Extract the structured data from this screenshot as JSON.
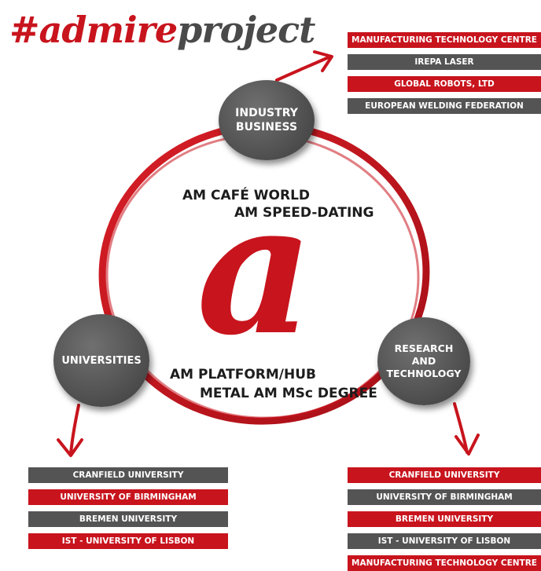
{
  "title": {
    "hash": "#",
    "admire": "admire",
    "project": "project"
  },
  "brand_colors": {
    "red": "#c8141d",
    "grey": "#545454"
  },
  "nodes": {
    "industry": "INDUSTRY\nBUSINESS",
    "universities": "UNIVERSITIES",
    "research": "RESEARCH\nAND\nTECHNOLOGY"
  },
  "center": {
    "line1": "AM CAFÉ WORLD",
    "line2": "AM SPEED-DATING",
    "logo_letter": "a",
    "line3": "AM PLATFORM/HUB",
    "line4": "METAL AM MSc DEGREE"
  },
  "industry_partners": [
    {
      "label": "MANUFACTURING TECHNOLOGY CENTRE",
      "color": "red"
    },
    {
      "label": "IREPA LASER",
      "color": "grey"
    },
    {
      "label": "GLOBAL ROBOTS, LTD",
      "color": "red"
    },
    {
      "label": "EUROPEAN WELDING FEDERATION",
      "color": "grey"
    }
  ],
  "university_partners": [
    {
      "label": "CRANFIELD UNIVERSITY",
      "color": "grey"
    },
    {
      "label": "UNIVERSITY OF BIRMINGHAM",
      "color": "red"
    },
    {
      "label": "BREMEN UNIVERSITY",
      "color": "grey"
    },
    {
      "label": "IST - UNIVERSITY OF LISBON",
      "color": "red"
    }
  ],
  "research_partners": [
    {
      "label": "CRANFIELD UNIVERSITY",
      "color": "red"
    },
    {
      "label": "UNIVERSITY OF BIRMINGHAM",
      "color": "grey"
    },
    {
      "label": "BREMEN UNIVERSITY",
      "color": "red"
    },
    {
      "label": "IST - UNIVERSITY OF LISBON",
      "color": "grey"
    },
    {
      "label": "MANUFACTURING TECHNOLOGY CENTRE",
      "color": "red"
    }
  ]
}
